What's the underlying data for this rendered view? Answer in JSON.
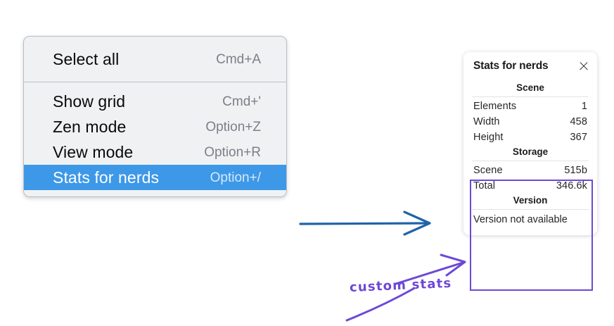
{
  "menu": {
    "sections": [
      {
        "items": [
          {
            "label": "Select all",
            "shortcut": "Cmd+A",
            "selected": false
          }
        ]
      },
      {
        "items": [
          {
            "label": "Show grid",
            "shortcut": "Cmd+'",
            "selected": false
          },
          {
            "label": "Zen mode",
            "shortcut": "Option+Z",
            "selected": false
          },
          {
            "label": "View mode",
            "shortcut": "Option+R",
            "selected": false
          },
          {
            "label": "Stats for nerds",
            "shortcut": "Option+/",
            "selected": true
          }
        ]
      }
    ],
    "highlight_color": "#3d98e8"
  },
  "stats_panel": {
    "title": "Stats for nerds",
    "close_icon": "close-icon",
    "scene": {
      "heading": "Scene",
      "rows": [
        {
          "key": "Elements",
          "value": "1"
        },
        {
          "key": "Width",
          "value": "458"
        },
        {
          "key": "Height",
          "value": "367"
        }
      ]
    },
    "storage": {
      "heading": "Storage",
      "rows": [
        {
          "key": "Scene",
          "value": "515b"
        },
        {
          "key": "Total",
          "value": "346.6k"
        }
      ]
    },
    "version": {
      "heading": "Version",
      "text": "Version not available"
    },
    "highlight_color": "#6d48d7"
  },
  "annotations": {
    "custom_stats_label": "custom stats",
    "arrow_blue_color": "#1f63a8",
    "arrow_purple_color": "#6d48d7"
  }
}
